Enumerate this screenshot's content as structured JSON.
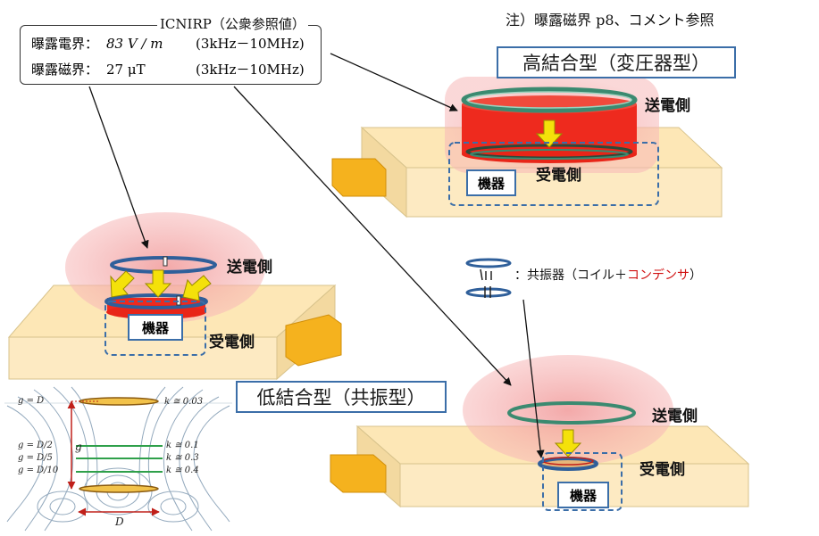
{
  "note": "注）曝露磁界 p8、コメント参照",
  "icnirp": {
    "title": "ICNIRP（公衆参照値）",
    "rows": [
      {
        "label": "曝露電界：",
        "value": "83 V / m",
        "range": "(3kHz－10MHz)"
      },
      {
        "label": "曝露磁界：",
        "value": "27 μT",
        "range": "(3kHz－10MHz)"
      }
    ]
  },
  "high_coupling": {
    "title": "高結合型（変圧器型）",
    "tx_label": "送電側",
    "rx_label": "受電側",
    "device_label": "機器"
  },
  "left_scene": {
    "tx_label": "送電側",
    "rx_label": "受電側",
    "device_label": "機器"
  },
  "low_coupling": {
    "title": "低結合型（共振型）",
    "tx_label": "送電側",
    "rx_label": "受電側",
    "device_label": "機器"
  },
  "resonator_legend": {
    "prefix": "：共振器（コイル＋",
    "highlight": "コンデンサ",
    "suffix": "）",
    "highlight_color": "#d01010"
  },
  "field_plot": {
    "labels": [
      "g = D",
      "g = D/2",
      "g = D/5",
      "g = D/10",
      "g",
      "D"
    ],
    "k_labels": [
      "k ≅ 0.03",
      "k ≅ 0.1",
      "k ≅ 0.3",
      "k ≅ 0.4"
    ]
  },
  "colors": {
    "slab": "#fde7b6",
    "field_glow": "#f4a9a9",
    "coil_blue": "#2f5f9a",
    "coil_green": "#3b8a70",
    "flux_red": "#ee2a1e",
    "arrow_yellow": "#f4e10a",
    "block_gold": "#f5b21e"
  }
}
